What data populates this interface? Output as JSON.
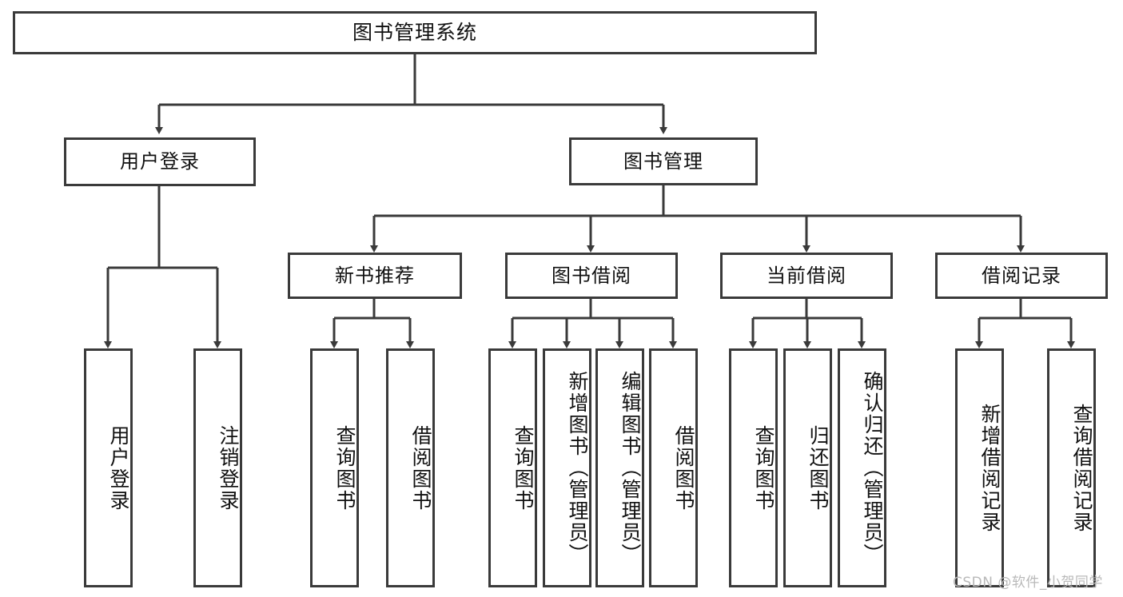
{
  "diagram": {
    "type": "hierarchy-tree",
    "title": "图书管理系统",
    "background_color": "#ffffff",
    "line_color": "#3a3a3a",
    "text_color": "#111111",
    "root": {
      "label": "图书管理系统",
      "orientation": "horizontal"
    },
    "level2": [
      {
        "label": "用户登录",
        "orientation": "horizontal"
      },
      {
        "label": "图书管理",
        "orientation": "horizontal"
      }
    ],
    "level3": [
      {
        "label": "新书推荐",
        "orientation": "horizontal"
      },
      {
        "label": "图书借阅",
        "orientation": "horizontal"
      },
      {
        "label": "当前借阅",
        "orientation": "horizontal"
      },
      {
        "label": "借阅记录",
        "orientation": "horizontal"
      }
    ],
    "leaves": {
      "user_login": [
        {
          "label": "用户登录",
          "orientation": "vertical"
        },
        {
          "label": "注销登录",
          "orientation": "vertical"
        }
      ],
      "new_book_recommend": [
        {
          "label": "查询图书",
          "orientation": "vertical"
        },
        {
          "label": "借阅图书",
          "orientation": "vertical"
        }
      ],
      "book_borrow": [
        {
          "label": "查询图书",
          "orientation": "vertical"
        },
        {
          "label": "新增图书（管理员）",
          "orientation": "vertical"
        },
        {
          "label": "编辑图书（管理员）",
          "orientation": "vertical"
        },
        {
          "label": "借阅图书",
          "orientation": "vertical"
        }
      ],
      "current_borrow": [
        {
          "label": "查询图书",
          "orientation": "vertical"
        },
        {
          "label": "归还图书",
          "orientation": "vertical"
        },
        {
          "label": "确认归还（管理员）",
          "orientation": "vertical"
        }
      ],
      "borrow_record": [
        {
          "label": "新增借阅记录",
          "orientation": "vertical"
        },
        {
          "label": "查询借阅记录",
          "orientation": "vertical"
        }
      ]
    },
    "watermark": "CSDN @软件_小贺同学"
  }
}
